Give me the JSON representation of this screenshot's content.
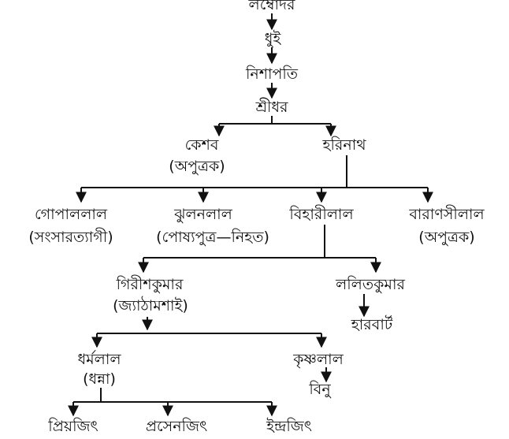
{
  "tree": {
    "lambodar": "লম্বোদর",
    "dhui": "ধুই",
    "nishapati": "নিশাপতি",
    "shridhar": "শ্রীধর",
    "keshab": "কেশব",
    "keshab_note": "(অপুত্রক)",
    "harinath": "হরিনাথ",
    "gopallal": "গোপাললাল",
    "gopallal_note": "(সংসারত্যাগী)",
    "jhulanlal": "ঝুলনলাল",
    "jhulanlal_note": "(পোষ্যপুত্র—নিহত)",
    "biharilal": "বিহারীলাল",
    "baranasilal": "বারাণসীলাল",
    "baranasilal_note": "(অপুত্রক)",
    "girishkumar": "গিরীশকুমার",
    "girishkumar_note": "(জ্যাঠামশাই)",
    "lalitkumar": "ললিতকুমার",
    "harbart": "হারবার্ট",
    "dharmalal": "ধর্মলাল",
    "dharmalal_note": "(ধন্না)",
    "krishnalal": "কৃষ্ণলাল",
    "binu": "বিনু",
    "priyajit": "প্রিয়জিৎ",
    "prasenjit": "প্রসেনজিৎ",
    "indrajit": "ইন্দ্রজিৎ"
  }
}
